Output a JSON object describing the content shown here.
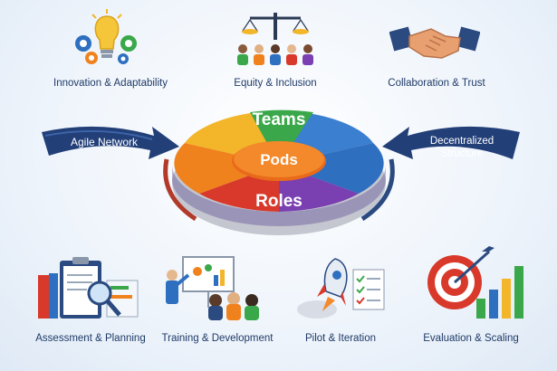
{
  "top": {
    "innovation": "Innovation & Adaptability",
    "equity": "Equity & Inclusion",
    "collaboration": "Collaboration & Trust"
  },
  "center": {
    "teams": "Teams",
    "pods": "Pods",
    "roles": "Roles"
  },
  "side": {
    "left": "Agile Network",
    "right_line1": "Decentralized",
    "right_line2": "Structure"
  },
  "bottom": {
    "assessment": "Assessment & Planning",
    "training": "Training & Development",
    "pilot": "Pilot & Iteration",
    "evaluation": "Evaluation & Scaling"
  },
  "colors": {
    "navy": "#1f3a68",
    "green": "#3aa84a",
    "orange": "#f0821e",
    "blue": "#2f6fc0",
    "purple": "#7a3fb0",
    "red": "#d8392b",
    "yellow": "#f3b62a"
  }
}
